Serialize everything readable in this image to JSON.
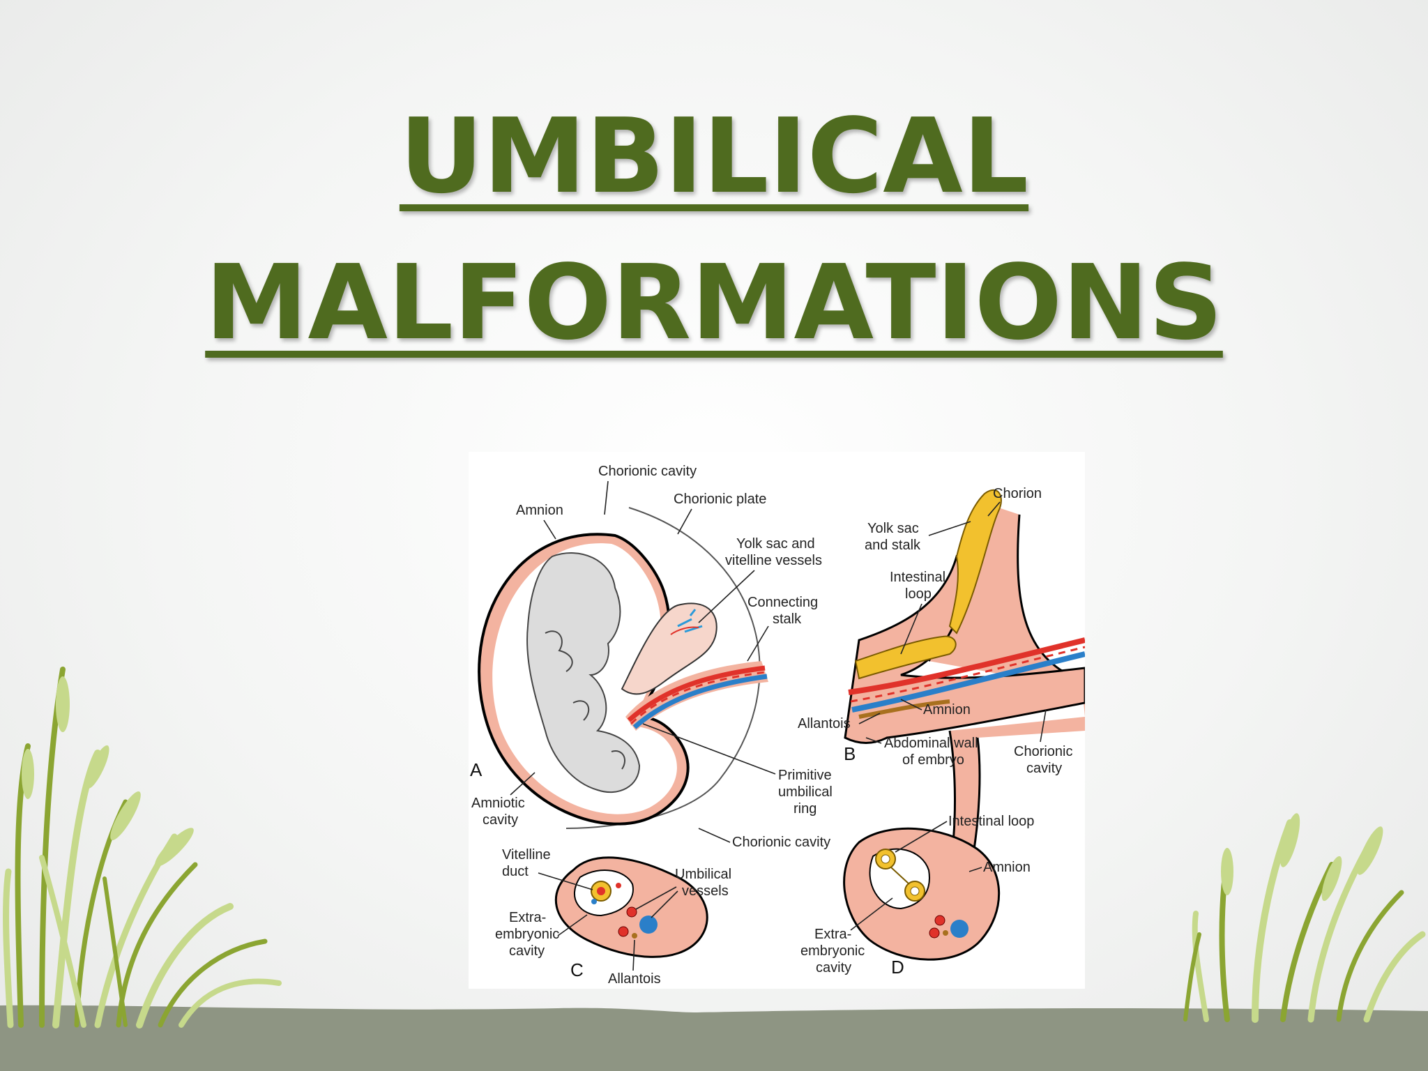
{
  "title": {
    "line1": "UMBILICAL",
    "line2": "MALFORMATIONS"
  },
  "colors": {
    "title": "#4f6b1f",
    "ground": "#8e9583",
    "grass_light": "#c6d98b",
    "grass_dark": "#8ba532",
    "amnion_pink": "#f3b3a0",
    "artery_red": "#e0322a",
    "vein_blue": "#2a7fc9",
    "yolk_yellow": "#f2c12e"
  },
  "diagram": {
    "panel_A": {
      "letter": "A",
      "labels": {
        "chorionic_cavity_top": "Chorionic cavity",
        "amnion": "Amnion",
        "chorionic_plate": "Chorionic plate",
        "yolk_sac_1": "Yolk sac and",
        "yolk_sac_2": "vitelline vessels",
        "connecting_1": "Connecting",
        "connecting_2": "stalk",
        "primitive_1": "Primitive",
        "primitive_2": "umbilical",
        "primitive_3": "ring",
        "amniotic_1": "Amniotic",
        "amniotic_2": "cavity",
        "chorionic_cavity_bottom": "Chorionic cavity"
      }
    },
    "panel_B": {
      "letter": "B",
      "labels": {
        "chorion": "Chorion",
        "yolk_1": "Yolk sac",
        "yolk_2": "and stalk",
        "intestinal_1": "Intestinal",
        "intestinal_2": "loop",
        "allantois": "Allantois",
        "amnion": "Amnion",
        "abdominal_1": "Abdominal wall",
        "abdominal_2": "of embryo",
        "chorionic_1": "Chorionic",
        "chorionic_2": "cavity"
      }
    },
    "panel_C": {
      "letter": "C",
      "labels": {
        "vitelline_1": "Vitelline",
        "vitelline_2": "duct",
        "umbilical_1": "Umbilical",
        "umbilical_2": "vessels",
        "extra_1": "Extra-",
        "extra_2": "embryonic",
        "extra_3": "cavity",
        "allantois": "Allantois"
      }
    },
    "panel_D": {
      "letter": "D",
      "labels": {
        "intestinal": "Intestinal loop",
        "amnion": "Amnion",
        "extra_1": "Extra-",
        "extra_2": "embryonic",
        "extra_3": "cavity"
      }
    }
  }
}
